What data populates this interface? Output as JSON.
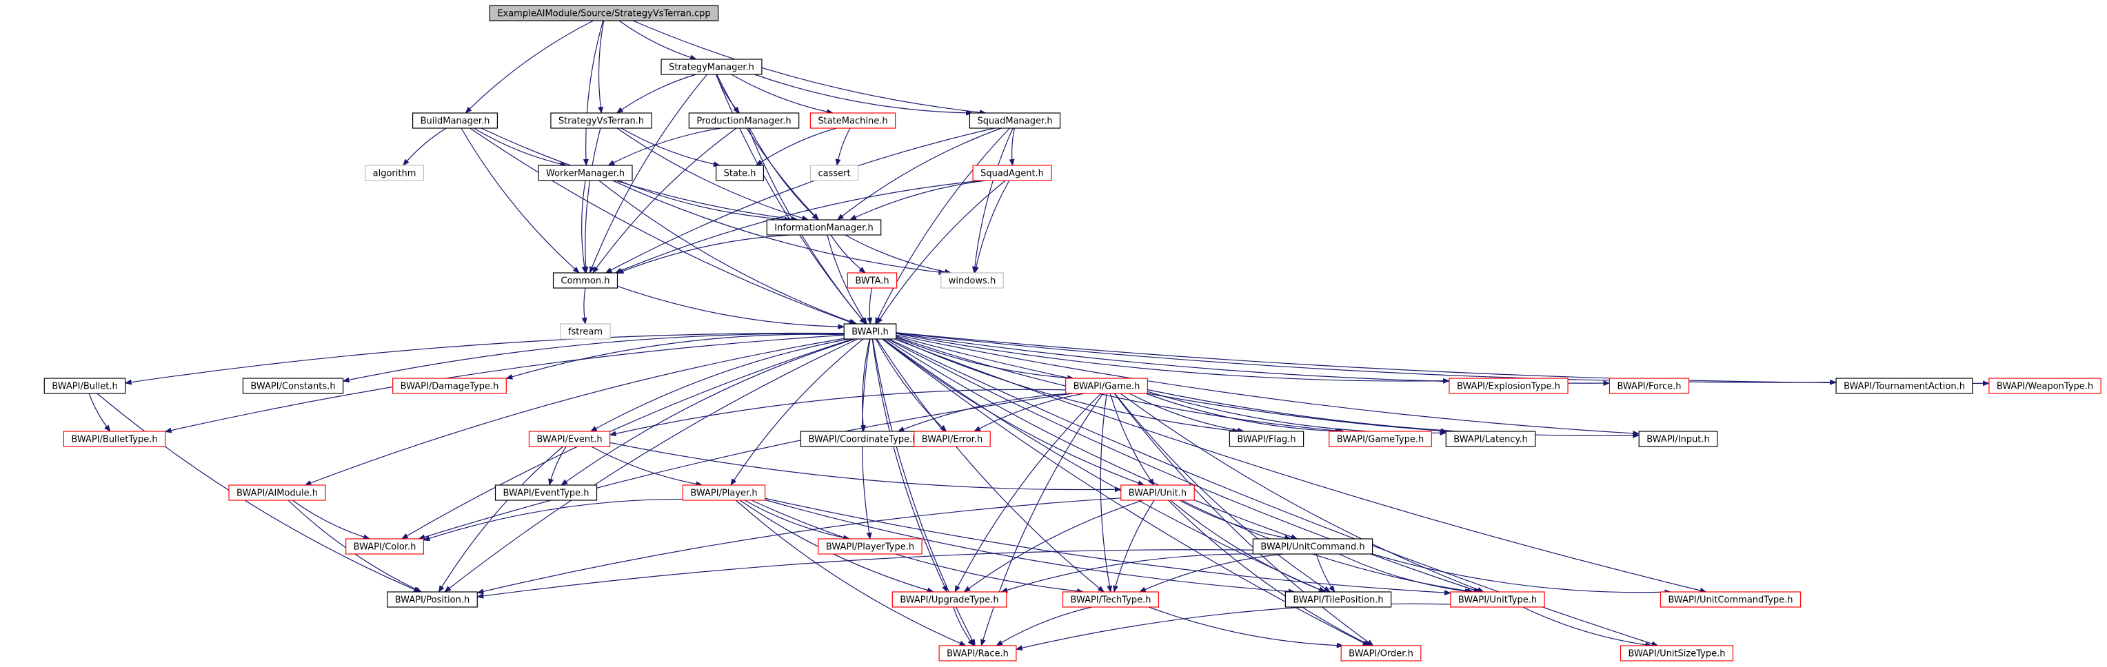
{
  "colors": {
    "edge": "#191970",
    "border_normal": "#000000",
    "border_truncated": "#ff0000",
    "border_system": "#bfbfbf",
    "root_fill": "#bfbfbf",
    "node_fill": "#ffffff"
  },
  "nodes": [
    {
      "id": "root",
      "label": "ExampleAIModule/Source/StrategyVsTerran.cpp",
      "kind": "root"
    },
    {
      "id": "strategymanager",
      "label": "StrategyManager.h",
      "kind": "normal"
    },
    {
      "id": "buildmanager",
      "label": "BuildManager.h",
      "kind": "normal"
    },
    {
      "id": "strategyvsterran",
      "label": "StrategyVsTerran.h",
      "kind": "normal"
    },
    {
      "id": "productionmanager",
      "label": "ProductionManager.h",
      "kind": "normal"
    },
    {
      "id": "statemachine",
      "label": "StateMachine.h",
      "kind": "truncated"
    },
    {
      "id": "squadmanager",
      "label": "SquadManager.h",
      "kind": "normal"
    },
    {
      "id": "algorithm",
      "label": "algorithm",
      "kind": "system"
    },
    {
      "id": "workermanager",
      "label": "WorkerManager.h",
      "kind": "normal"
    },
    {
      "id": "state",
      "label": "State.h",
      "kind": "normal"
    },
    {
      "id": "cassert",
      "label": "cassert",
      "kind": "system"
    },
    {
      "id": "squadagent",
      "label": "SquadAgent.h",
      "kind": "truncated"
    },
    {
      "id": "informationmanager",
      "label": "InformationManager.h",
      "kind": "normal"
    },
    {
      "id": "common",
      "label": "Common.h",
      "kind": "normal"
    },
    {
      "id": "bwta",
      "label": "BWTA.h",
      "kind": "truncated"
    },
    {
      "id": "windows",
      "label": "windows.h",
      "kind": "system"
    },
    {
      "id": "fstream",
      "label": "fstream",
      "kind": "system"
    },
    {
      "id": "bwapi",
      "label": "BWAPI.h",
      "kind": "normal"
    },
    {
      "id": "bullet",
      "label": "BWAPI/Bullet.h",
      "kind": "normal"
    },
    {
      "id": "constants",
      "label": "BWAPI/Constants.h",
      "kind": "normal"
    },
    {
      "id": "damagetype",
      "label": "BWAPI/DamageType.h",
      "kind": "truncated"
    },
    {
      "id": "game",
      "label": "BWAPI/Game.h",
      "kind": "truncated"
    },
    {
      "id": "explosiontype",
      "label": "BWAPI/ExplosionType.h",
      "kind": "truncated"
    },
    {
      "id": "force",
      "label": "BWAPI/Force.h",
      "kind": "truncated"
    },
    {
      "id": "tournamentaction",
      "label": "BWAPI/TournamentAction.h",
      "kind": "normal"
    },
    {
      "id": "weapontype",
      "label": "BWAPI/WeaponType.h",
      "kind": "truncated"
    },
    {
      "id": "bullettype",
      "label": "BWAPI/BulletType.h",
      "kind": "truncated"
    },
    {
      "id": "event",
      "label": "BWAPI/Event.h",
      "kind": "truncated"
    },
    {
      "id": "coordinatetype",
      "label": "BWAPI/CoordinateType.h",
      "kind": "normal"
    },
    {
      "id": "error",
      "label": "BWAPI/Error.h",
      "kind": "truncated"
    },
    {
      "id": "flag",
      "label": "BWAPI/Flag.h",
      "kind": "normal"
    },
    {
      "id": "gametype",
      "label": "BWAPI/GameType.h",
      "kind": "truncated"
    },
    {
      "id": "latency",
      "label": "BWAPI/Latency.h",
      "kind": "normal"
    },
    {
      "id": "input",
      "label": "BWAPI/Input.h",
      "kind": "normal"
    },
    {
      "id": "aimodule",
      "label": "BWAPI/AIModule.h",
      "kind": "truncated"
    },
    {
      "id": "eventtype",
      "label": "BWAPI/EventType.h",
      "kind": "normal"
    },
    {
      "id": "player",
      "label": "BWAPI/Player.h",
      "kind": "truncated"
    },
    {
      "id": "unit",
      "label": "BWAPI/Unit.h",
      "kind": "truncated"
    },
    {
      "id": "color",
      "label": "BWAPI/Color.h",
      "kind": "truncated"
    },
    {
      "id": "playertype",
      "label": "BWAPI/PlayerType.h",
      "kind": "truncated"
    },
    {
      "id": "unitcommand",
      "label": "BWAPI/UnitCommand.h",
      "kind": "normal"
    },
    {
      "id": "position",
      "label": "BWAPI/Position.h",
      "kind": "normal"
    },
    {
      "id": "upgradetype",
      "label": "BWAPI/UpgradeType.h",
      "kind": "truncated"
    },
    {
      "id": "techtype",
      "label": "BWAPI/TechType.h",
      "kind": "truncated"
    },
    {
      "id": "tileposition",
      "label": "BWAPI/TilePosition.h",
      "kind": "normal"
    },
    {
      "id": "unittype",
      "label": "BWAPI/UnitType.h",
      "kind": "truncated"
    },
    {
      "id": "unitcommandtype",
      "label": "BWAPI/UnitCommandType.h",
      "kind": "truncated"
    },
    {
      "id": "race",
      "label": "BWAPI/Race.h",
      "kind": "truncated"
    },
    {
      "id": "order",
      "label": "BWAPI/Order.h",
      "kind": "truncated"
    },
    {
      "id": "unitsizetype",
      "label": "BWAPI/UnitSizeType.h",
      "kind": "truncated"
    }
  ],
  "edges": [
    [
      "root",
      "strategymanager"
    ],
    [
      "root",
      "buildmanager"
    ],
    [
      "root",
      "strategyvsterran"
    ],
    [
      "root",
      "workermanager"
    ],
    [
      "root",
      "squadmanager"
    ],
    [
      "strategymanager",
      "strategyvsterran"
    ],
    [
      "strategymanager",
      "productionmanager"
    ],
    [
      "strategymanager",
      "statemachine"
    ],
    [
      "strategymanager",
      "squadmanager"
    ],
    [
      "strategymanager",
      "common"
    ],
    [
      "strategymanager",
      "informationmanager"
    ],
    [
      "strategymanager",
      "bwapi"
    ],
    [
      "buildmanager",
      "algorithm"
    ],
    [
      "buildmanager",
      "workermanager"
    ],
    [
      "buildmanager",
      "informationmanager"
    ],
    [
      "buildmanager",
      "common"
    ],
    [
      "buildmanager",
      "bwapi"
    ],
    [
      "strategyvsterran",
      "state"
    ],
    [
      "strategyvsterran",
      "informationmanager"
    ],
    [
      "strategyvsterran",
      "common"
    ],
    [
      "productionmanager",
      "workermanager"
    ],
    [
      "productionmanager",
      "informationmanager"
    ],
    [
      "productionmanager",
      "common"
    ],
    [
      "productionmanager",
      "bwapi"
    ],
    [
      "statemachine",
      "state"
    ],
    [
      "statemachine",
      "cassert"
    ],
    [
      "squadmanager",
      "squadagent"
    ],
    [
      "squadmanager",
      "informationmanager"
    ],
    [
      "squadmanager",
      "common"
    ],
    [
      "squadmanager",
      "windows"
    ],
    [
      "squadmanager",
      "bwapi"
    ],
    [
      "workermanager",
      "informationmanager"
    ],
    [
      "workermanager",
      "common"
    ],
    [
      "workermanager",
      "windows"
    ],
    [
      "workermanager",
      "bwapi"
    ],
    [
      "squadagent",
      "informationmanager"
    ],
    [
      "squadagent",
      "common"
    ],
    [
      "squadagent",
      "windows"
    ],
    [
      "squadagent",
      "bwapi"
    ],
    [
      "informationmanager",
      "common"
    ],
    [
      "informationmanager",
      "bwta"
    ],
    [
      "informationmanager",
      "windows"
    ],
    [
      "informationmanager",
      "bwapi"
    ],
    [
      "common",
      "fstream"
    ],
    [
      "common",
      "bwapi"
    ],
    [
      "bwta",
      "bwapi"
    ],
    [
      "bwapi",
      "bullet"
    ],
    [
      "bwapi",
      "constants"
    ],
    [
      "bwapi",
      "damagetype"
    ],
    [
      "bwapi",
      "game"
    ],
    [
      "bwapi",
      "explosiontype"
    ],
    [
      "bwapi",
      "force"
    ],
    [
      "bwapi",
      "tournamentaction"
    ],
    [
      "bwapi",
      "weapontype"
    ],
    [
      "bwapi",
      "bullettype"
    ],
    [
      "bwapi",
      "event"
    ],
    [
      "bwapi",
      "coordinatetype"
    ],
    [
      "bwapi",
      "error"
    ],
    [
      "bwapi",
      "flag"
    ],
    [
      "bwapi",
      "gametype"
    ],
    [
      "bwapi",
      "latency"
    ],
    [
      "bwapi",
      "input"
    ],
    [
      "bwapi",
      "aimodule"
    ],
    [
      "bwapi",
      "eventtype"
    ],
    [
      "bwapi",
      "player"
    ],
    [
      "bwapi",
      "unit"
    ],
    [
      "bwapi",
      "color"
    ],
    [
      "bwapi",
      "playertype"
    ],
    [
      "bwapi",
      "unitcommand"
    ],
    [
      "bwapi",
      "position"
    ],
    [
      "bwapi",
      "upgradetype"
    ],
    [
      "bwapi",
      "techtype"
    ],
    [
      "bwapi",
      "tileposition"
    ],
    [
      "bwapi",
      "unittype"
    ],
    [
      "bwapi",
      "unitcommandtype"
    ],
    [
      "bwapi",
      "race"
    ],
    [
      "bwapi",
      "order"
    ],
    [
      "bwapi",
      "unitsizetype"
    ],
    [
      "bullet",
      "bullettype"
    ],
    [
      "bullet",
      "position"
    ],
    [
      "game",
      "event"
    ],
    [
      "game",
      "coordinatetype"
    ],
    [
      "game",
      "error"
    ],
    [
      "game",
      "flag"
    ],
    [
      "game",
      "gametype"
    ],
    [
      "game",
      "latency"
    ],
    [
      "game",
      "input"
    ],
    [
      "game",
      "color"
    ],
    [
      "game",
      "unit"
    ],
    [
      "game",
      "upgradetype"
    ],
    [
      "game",
      "techtype"
    ],
    [
      "game",
      "tileposition"
    ],
    [
      "game",
      "unittype"
    ],
    [
      "game",
      "race"
    ],
    [
      "game",
      "order"
    ],
    [
      "event",
      "eventtype"
    ],
    [
      "event",
      "player"
    ],
    [
      "event",
      "unit"
    ],
    [
      "event",
      "position"
    ],
    [
      "aimodule",
      "color"
    ],
    [
      "aimodule",
      "position"
    ],
    [
      "player",
      "color"
    ],
    [
      "player",
      "playertype"
    ],
    [
      "player",
      "upgradetype"
    ],
    [
      "player",
      "techtype"
    ],
    [
      "player",
      "tileposition"
    ],
    [
      "player",
      "unittype"
    ],
    [
      "player",
      "race"
    ],
    [
      "unit",
      "unitcommand"
    ],
    [
      "unit",
      "position"
    ],
    [
      "unit",
      "upgradetype"
    ],
    [
      "unit",
      "techtype"
    ],
    [
      "unit",
      "tileposition"
    ],
    [
      "unit",
      "unittype"
    ],
    [
      "unit",
      "order"
    ],
    [
      "unitcommand",
      "position"
    ],
    [
      "unitcommand",
      "upgradetype"
    ],
    [
      "unitcommand",
      "techtype"
    ],
    [
      "unitcommand",
      "tileposition"
    ],
    [
      "unitcommand",
      "unittype"
    ],
    [
      "unitcommand",
      "unitcommandtype"
    ],
    [
      "upgradetype",
      "race"
    ],
    [
      "techtype",
      "race"
    ],
    [
      "techtype",
      "order"
    ],
    [
      "unittype",
      "race"
    ],
    [
      "unittype",
      "unitsizetype"
    ]
  ]
}
